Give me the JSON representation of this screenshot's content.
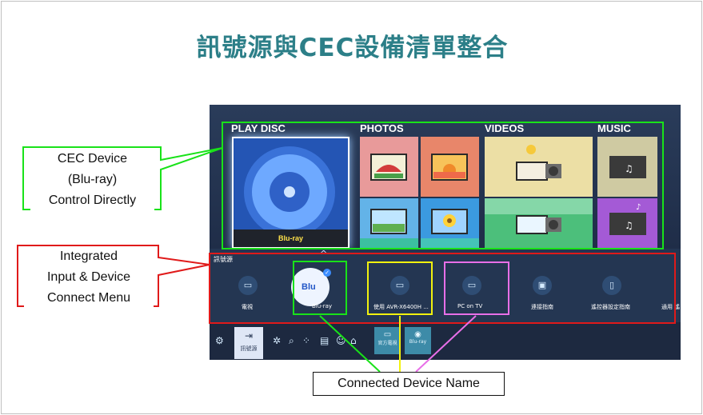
{
  "slide": {
    "title": "訊號源與CEC設備清單整合"
  },
  "tv": {
    "sections": {
      "play_disc": "PLAY DISC",
      "photos": "PHOTOS",
      "videos": "VIDEOS",
      "music": "MUSIC"
    },
    "disc_card_label": "Blu-ray",
    "source_bar": {
      "title": "訊號源",
      "chevron": "^",
      "items": [
        {
          "label": "電視",
          "icon": "tv-icon"
        },
        {
          "label": "Blu-ray",
          "icon": "bluray-icon"
        },
        {
          "label": "使用 AVR-X6400H ...",
          "icon": "monitor-icon"
        },
        {
          "label": "PC on TV",
          "icon": "monitor-icon"
        },
        {
          "label": "連接指南",
          "icon": "guide-icon"
        },
        {
          "label": "遙控器設定指南",
          "icon": "remote-icon"
        },
        {
          "label": "通用 遙",
          "icon": "universal-remote-icon"
        }
      ]
    },
    "nav": {
      "active_label": "訊號源",
      "tiles": [
        "官方電視",
        "Blu-ray"
      ]
    }
  },
  "callouts": {
    "cec_device": [
      "CEC Device",
      "(Blu-ray)",
      "Control Directly"
    ],
    "integrated_menu": [
      "Integrated",
      "Input & Device",
      "Connect Menu"
    ],
    "connected_name": "Connected Device Name"
  },
  "colors": {
    "title": "#2c7f88",
    "green_box": "#19e219",
    "red_box": "#e01a1a",
    "yellow_box": "#f2f20e",
    "pink_box": "#e86fe8"
  }
}
